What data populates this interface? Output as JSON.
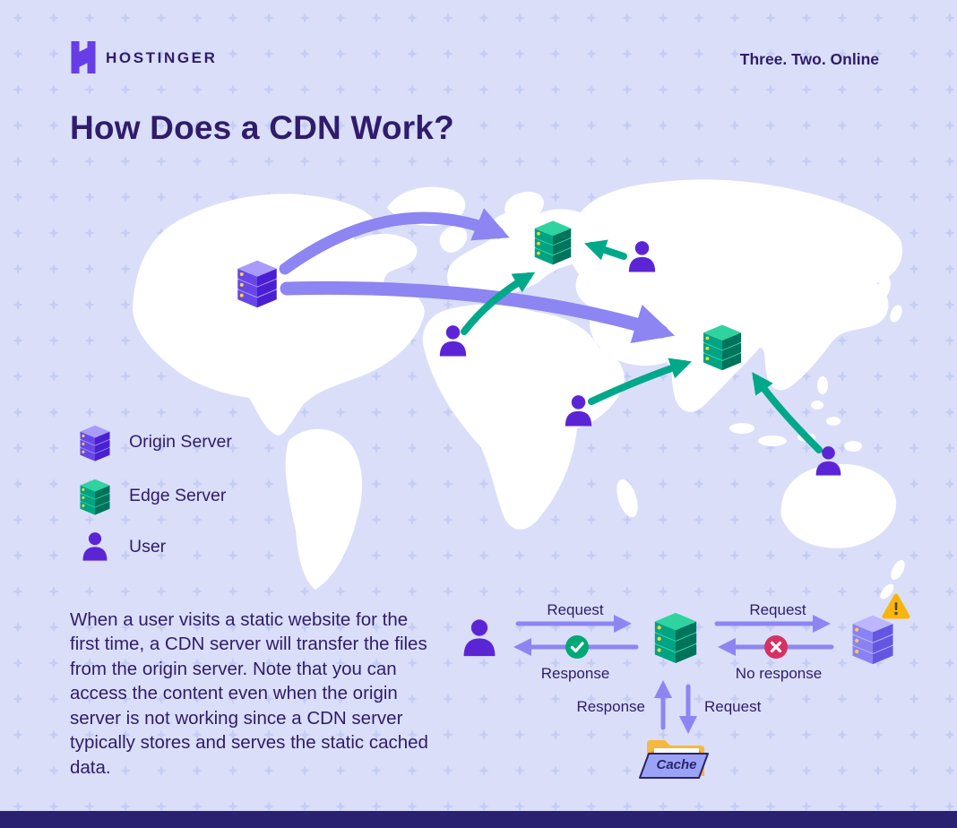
{
  "header": {
    "brand": "HOSTINGER",
    "tagline": "Three. Two. Online"
  },
  "title": "How Does a CDN Work?",
  "legend": {
    "items": [
      {
        "icon": "origin-server-icon",
        "label": "Origin Server"
      },
      {
        "icon": "edge-server-icon",
        "label": "Edge Server"
      },
      {
        "icon": "user-icon",
        "label": "User"
      }
    ]
  },
  "description": "When a user visits a static website for the first time, a CDN server will transfer the files from the origin server. Note that you can access the content even when the origin server is not working since a CDN server typically stores and serves the static cached data.",
  "flow": {
    "user_to_edge_label": "Request",
    "edge_to_user_label": "Response",
    "edge_to_origin_label": "Request",
    "origin_to_edge_label": "No response",
    "cache_up_label": "Response",
    "cache_down_label": "Request",
    "cache_label": "Cache"
  },
  "colors": {
    "background": "#dadef9",
    "pattern": "#c5cdf3",
    "map": "#ffffff",
    "ink": "#2f1c6a",
    "brand_purple": "#673de6",
    "user_purple": "#5b25d6",
    "arrow_purple": "#8d85f2",
    "arrow_green": "#00a88a",
    "success": "#00a878",
    "error": "#d63163",
    "warning": "#f9b50b",
    "warning_ink": "#554400",
    "footer": "#2b2171",
    "server_purple_top": "#a89bfa",
    "server_purple_front": "#6747e8",
    "server_purple_side": "#4a1fd1",
    "server_light_top": "#bdb6fb",
    "server_light_front": "#8a82f3",
    "server_light_side": "#6456e0",
    "server_green_top": "#2fd3a0",
    "server_green_front": "#00a382",
    "server_green_side": "#00735c",
    "light_dot": "#ffd43b",
    "folder_yellow": "#f5b93f",
    "folder_orange": "#ef8f34",
    "folder_front": "#9aa3f7",
    "cache_ink": "#2d2468"
  }
}
